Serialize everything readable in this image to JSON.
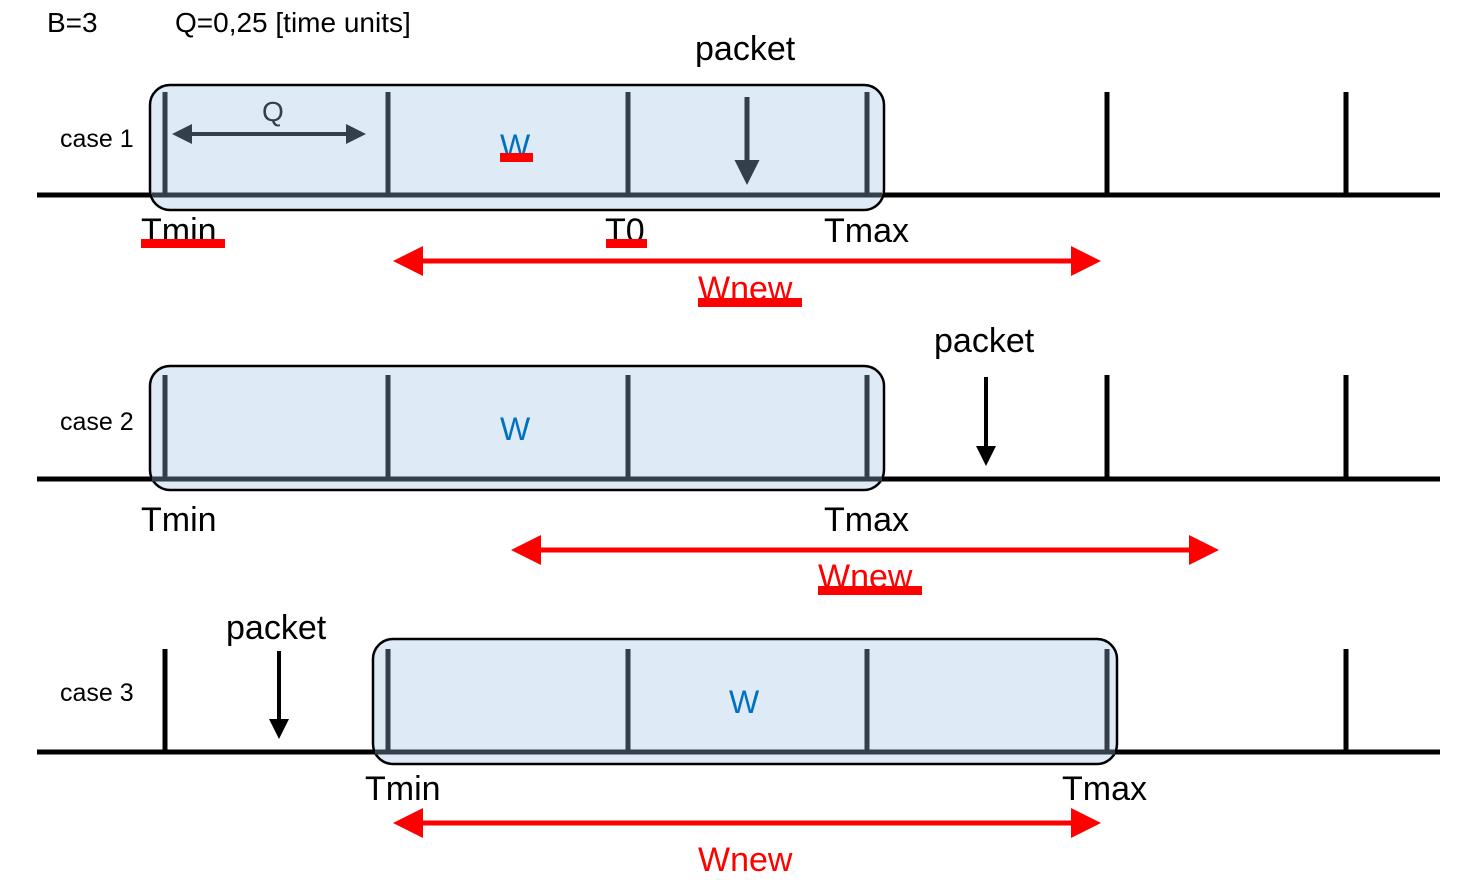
{
  "header": {
    "b_label": "B=3",
    "q_label": "Q=0,25 [time units]"
  },
  "colors": {
    "window_fill": "#DEEAF6",
    "window_stroke": "#000000",
    "slot_line": "#333F4B",
    "timeline": "#000000",
    "wnew": "#FF0000",
    "w_text": "#0070C0"
  },
  "cases": [
    {
      "label": "case 1",
      "packet_label": "packet",
      "w_label": "W",
      "q_label": "Q",
      "tmin_label": "Tmin",
      "t0_label": "T0",
      "tmax_label": "Tmax",
      "wnew_label": "Wnew",
      "underlined": [
        "Tmin",
        "T0",
        "W",
        "Wnew"
      ]
    },
    {
      "label": "case 2",
      "packet_label": "packet",
      "w_label": "W",
      "tmin_label": "Tmin",
      "tmax_label": "Tmax",
      "wnew_label": "Wnew",
      "underlined": [
        "Wnew"
      ]
    },
    {
      "label": "case 3",
      "packet_label": "packet",
      "w_label": "W",
      "tmin_label": "Tmin",
      "tmax_label": "Tmax",
      "wnew_label": "Wnew",
      "underlined": []
    }
  ]
}
